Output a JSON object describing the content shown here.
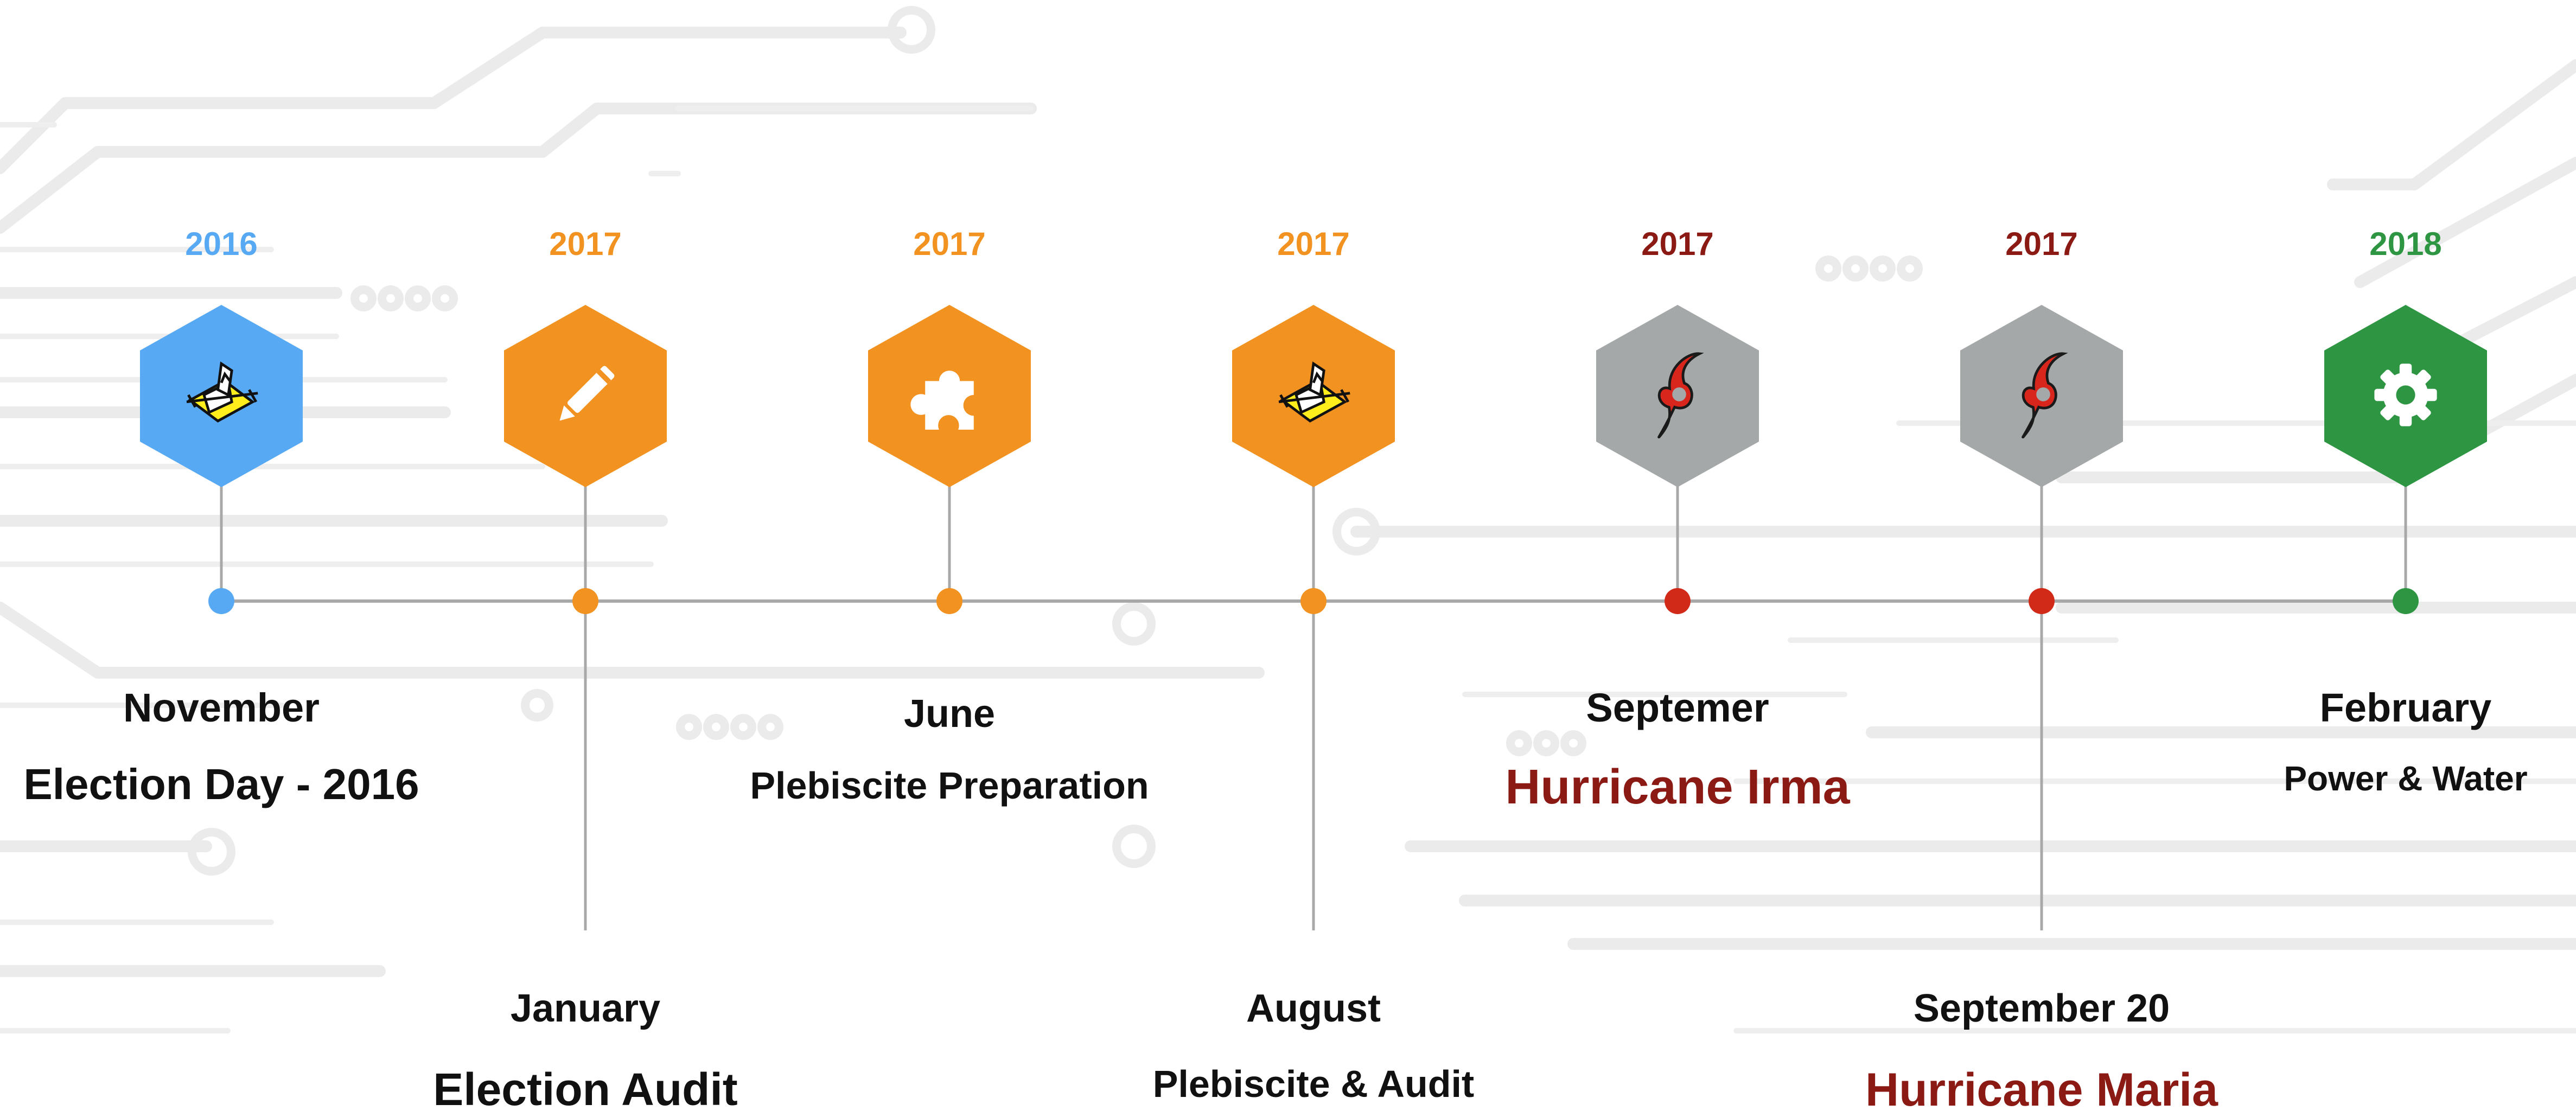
{
  "colors": {
    "blue": "#57a9f3",
    "orange": "#f29220",
    "gray": "#a5a8a8",
    "green": "#2e9642",
    "dark_red": "#8b1a15",
    "dot_red": "#d12a18",
    "text_dark": "#111111",
    "line": "#a8a8a8",
    "circuit": "#e8e8e8"
  },
  "timeline": {
    "events": [
      {
        "year": "2016",
        "month": "November",
        "title": "Election Day - 2016",
        "icon": "ballot-box-icon",
        "color": "blue",
        "position": "above"
      },
      {
        "year": "2017",
        "month": "January",
        "title": "Election Audit",
        "icon": "pencil-icon",
        "color": "orange",
        "position": "below"
      },
      {
        "year": "2017",
        "month": "June",
        "title": "Plebiscite Preparation",
        "icon": "puzzle-piece-icon",
        "color": "orange",
        "position": "above"
      },
      {
        "year": "2017",
        "month": "August",
        "title": "Plebiscite & Audit",
        "icon": "ballot-box-icon",
        "color": "orange",
        "position": "below"
      },
      {
        "year": "2017",
        "month": "Septemer",
        "title": "Hurricane Irma",
        "icon": "hurricane-icon",
        "color": "gray",
        "position": "above"
      },
      {
        "year": "2017",
        "month": "September 20",
        "title": "Hurricane Maria",
        "icon": "hurricane-icon",
        "color": "gray",
        "position": "below"
      },
      {
        "year": "2018",
        "month": "February",
        "title": "Power & Water",
        "icon": "gear-icon",
        "color": "green",
        "position": "above"
      }
    ]
  }
}
